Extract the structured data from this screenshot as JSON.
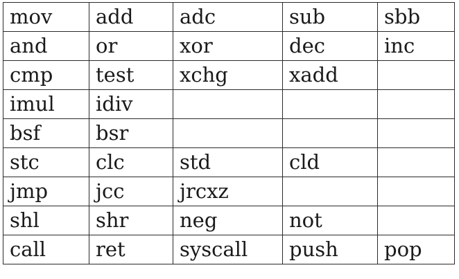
{
  "table": {
    "rows": [
      [
        "mov",
        "add",
        "adc",
        "sub",
        "sbb"
      ],
      [
        "and",
        "or",
        "xor",
        "dec",
        "inc"
      ],
      [
        "cmp",
        "test",
        "xchg",
        "xadd",
        ""
      ],
      [
        "imul",
        "idiv",
        "",
        "",
        ""
      ],
      [
        "bsf",
        "bsr",
        "",
        "",
        ""
      ],
      [
        "stc",
        "clc",
        "std",
        "cld",
        ""
      ],
      [
        "jmp",
        "jcc",
        "jrcxz",
        "",
        ""
      ],
      [
        "shl",
        "shr",
        "neg",
        "not",
        ""
      ],
      [
        "call",
        "ret",
        "syscall",
        "push",
        "pop"
      ]
    ]
  }
}
